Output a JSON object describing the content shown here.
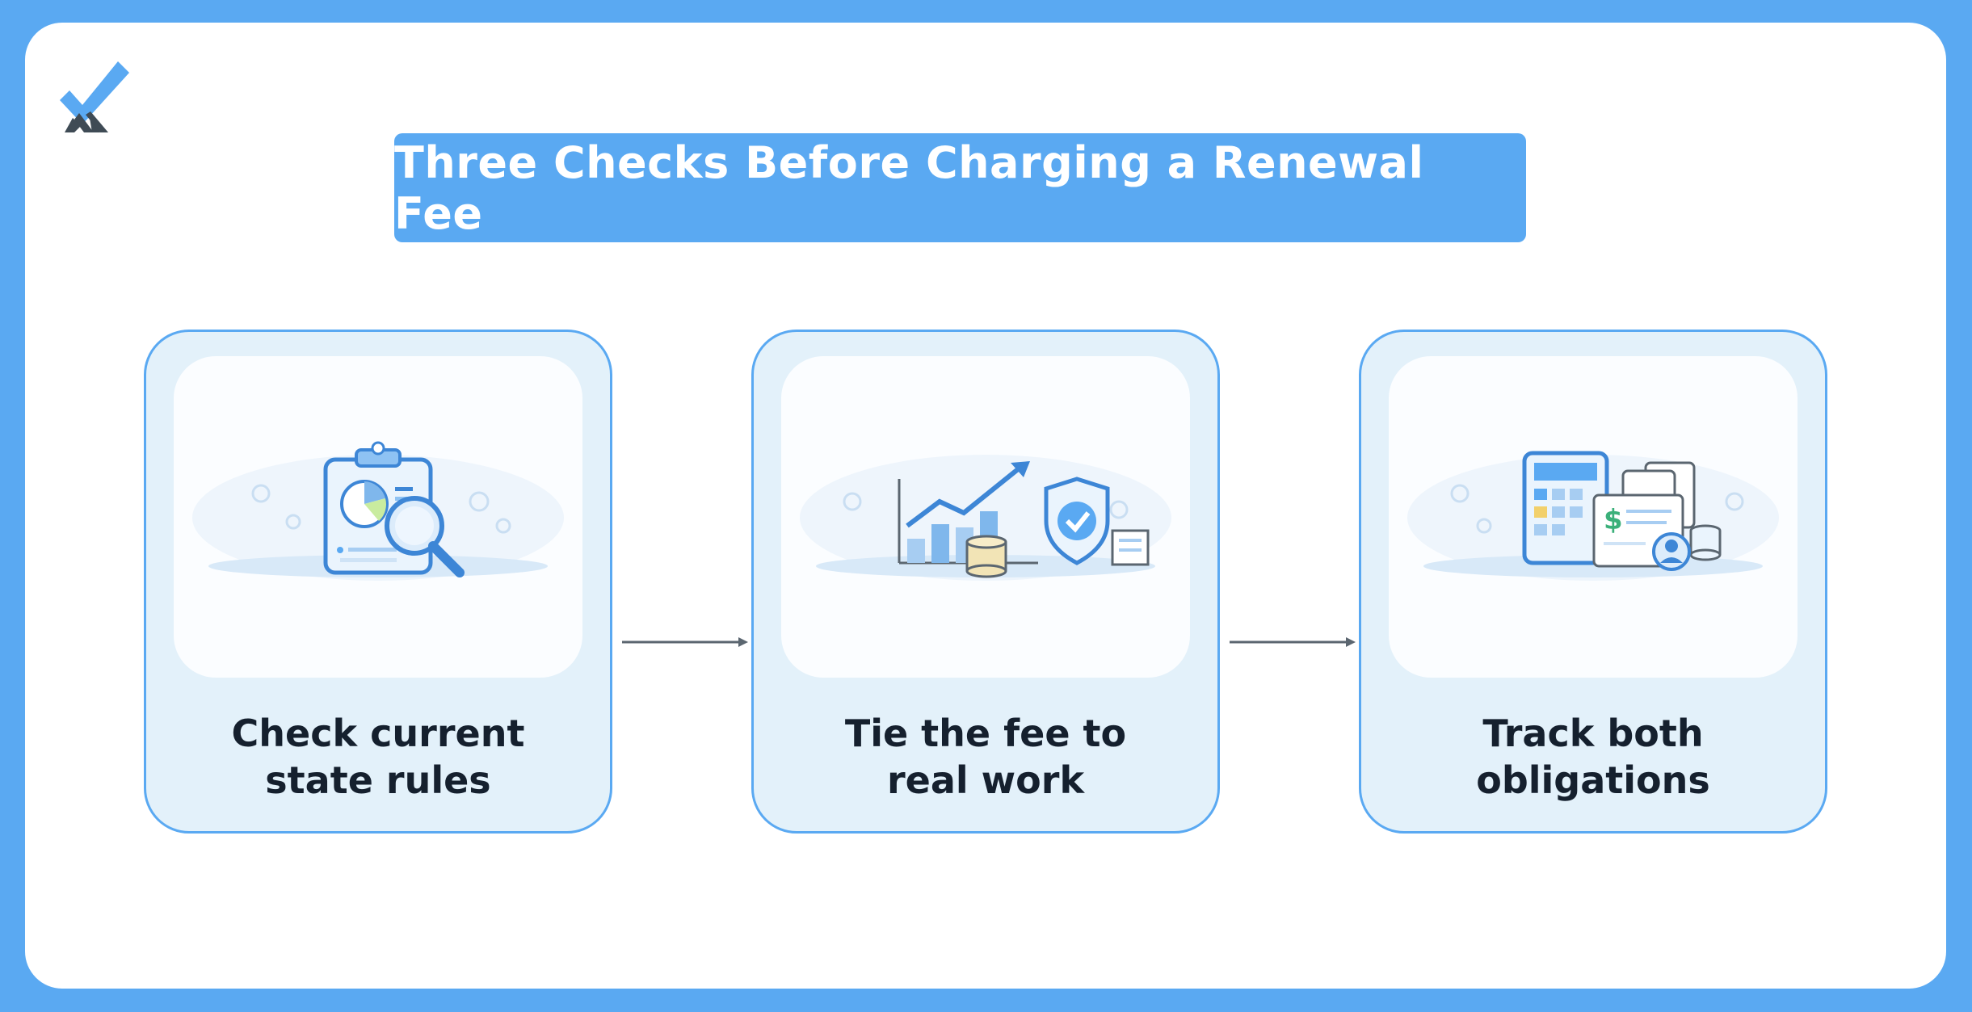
{
  "title": "Three Checks Before Charging a Renewal Fee",
  "colors": {
    "accent": "#5aa9f2",
    "card_fill": "#e3f1fa",
    "text_dark": "#15202e"
  },
  "steps": [
    {
      "line1": "Check current",
      "line2": "state rules",
      "icon": "clipboard-magnifier-icon"
    },
    {
      "line1": "Tie the fee to",
      "line2": "real work",
      "icon": "growth-chart-shield-icon"
    },
    {
      "line1": "Track both",
      "line2": "obligations",
      "icon": "calculator-invoice-icon"
    }
  ]
}
